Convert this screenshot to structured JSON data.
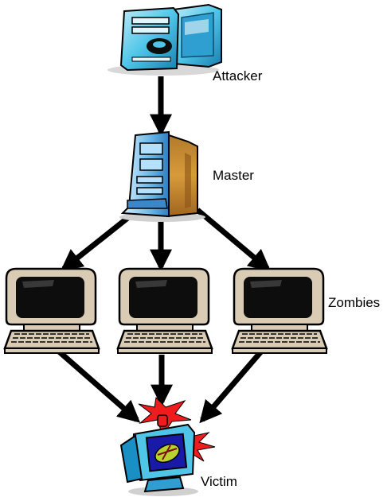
{
  "nodes": {
    "attacker": {
      "label": "Attacker",
      "icon": "attacker-computer-icon"
    },
    "master": {
      "label": "Master",
      "icon": "server-tower-icon"
    },
    "zombies": {
      "label": "Zombies",
      "count": 3,
      "icon": "zombie-computer-icon"
    },
    "victim": {
      "label": "Victim",
      "icon": "victim-computer-icon"
    }
  },
  "edges": [
    {
      "from": "attacker",
      "to": "master"
    },
    {
      "from": "master",
      "to": "zombie-1"
    },
    {
      "from": "master",
      "to": "zombie-2"
    },
    {
      "from": "master",
      "to": "zombie-3"
    },
    {
      "from": "zombie-1",
      "to": "victim"
    },
    {
      "from": "zombie-2",
      "to": "victim"
    },
    {
      "from": "zombie-3",
      "to": "victim"
    }
  ],
  "colors": {
    "arrow": "#000000",
    "monitor_beige": "#d9cbb4",
    "screen": "#0d0d0d",
    "attacker_cyan": "#4fc6e8",
    "server_blue": "#6ab7e8",
    "server_orange": "#c98a2e",
    "burst_red": "#ee1c1c"
  }
}
